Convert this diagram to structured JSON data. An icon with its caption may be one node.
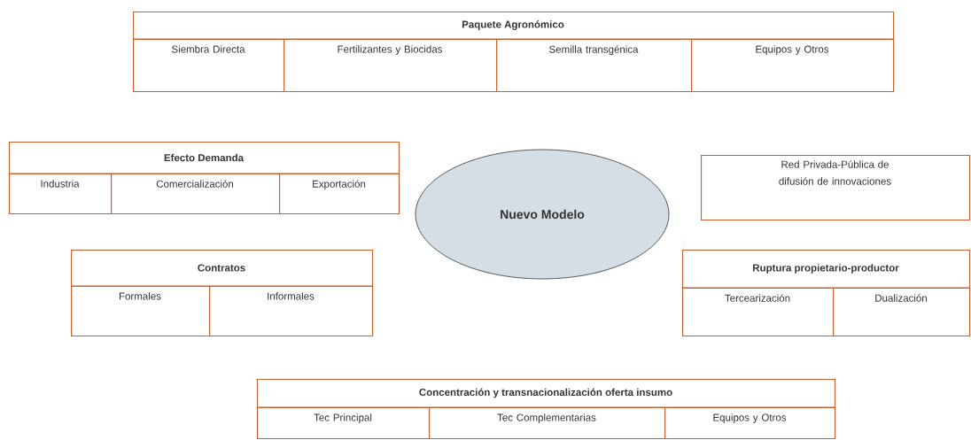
{
  "diagram": {
    "nodes": [
      {
        "text": [
          "Paquete Agronómico"
        ]
      },
      {
        "text": [
          "Siembra Directa"
        ],
        "in": 0
      },
      {
        "text": [
          "Fertilizantes y Biocidas"
        ],
        "in": 0
      },
      {
        "text": [
          "Semilla transgénica"
        ],
        "in": 0
      },
      {
        "text": [
          "Equipos y Otros"
        ],
        "in": 0
      },
      {
        "text": [
          "Efecto Demanda"
        ]
      },
      {
        "text": [
          "Industria"
        ],
        "in": 5
      },
      {
        "text": [
          "Comercialización"
        ],
        "in": 5
      },
      {
        "text": [
          "Exportación"
        ],
        "in": 5
      },
      {
        "text": [
          "Nuevo Modelo"
        ]
      },
      {
        "text": [
          "Red Privada-Pública de difusión de innovaciones"
        ]
      },
      {
        "text": [
          "Contratos"
        ]
      },
      {
        "text": [
          "Formales"
        ],
        "in": 11
      },
      {
        "text": [
          "Informales"
        ],
        "in": 11
      },
      {
        "text": [
          "Ruptura propietario-productor"
        ]
      },
      {
        "text": [
          "Tercearización"
        ],
        "in": 14
      },
      {
        "text": [
          "Dualización"
        ],
        "in": 14
      },
      {
        "text": [
          "Concentración y transnacionalización oferta insumo"
        ]
      },
      {
        "text": [
          "Tec Principal"
        ],
        "in": 17
      },
      {
        "text": [
          "Tec Complementarias"
        ],
        "in": 17
      },
      {
        "text": [
          "Equipos y Otros"
        ],
        "in": 17
      }
    ]
  }
}
